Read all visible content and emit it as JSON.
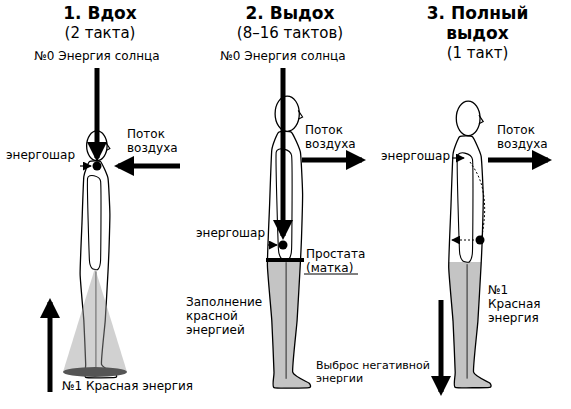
{
  "diagram": {
    "labels": [
      "1. Вдох",
      "(2 такта)",
      "2. Выдох",
      "(8–16 тактов)",
      "3. Полный выдох",
      "(1 такт)",
      "№0 Энергия солнца",
      "Поток воздуха",
      "энергошар",
      "№1 Красная энергия",
      "№0 Энергия солнца",
      "Поток воздуха",
      "энергошар",
      "Простата (матка)",
      "Заполнение красной энергией",
      "Поток воздуха",
      "энергошар",
      "№1 Красная энергия",
      "Выброс негативной энергии"
    ]
  }
}
